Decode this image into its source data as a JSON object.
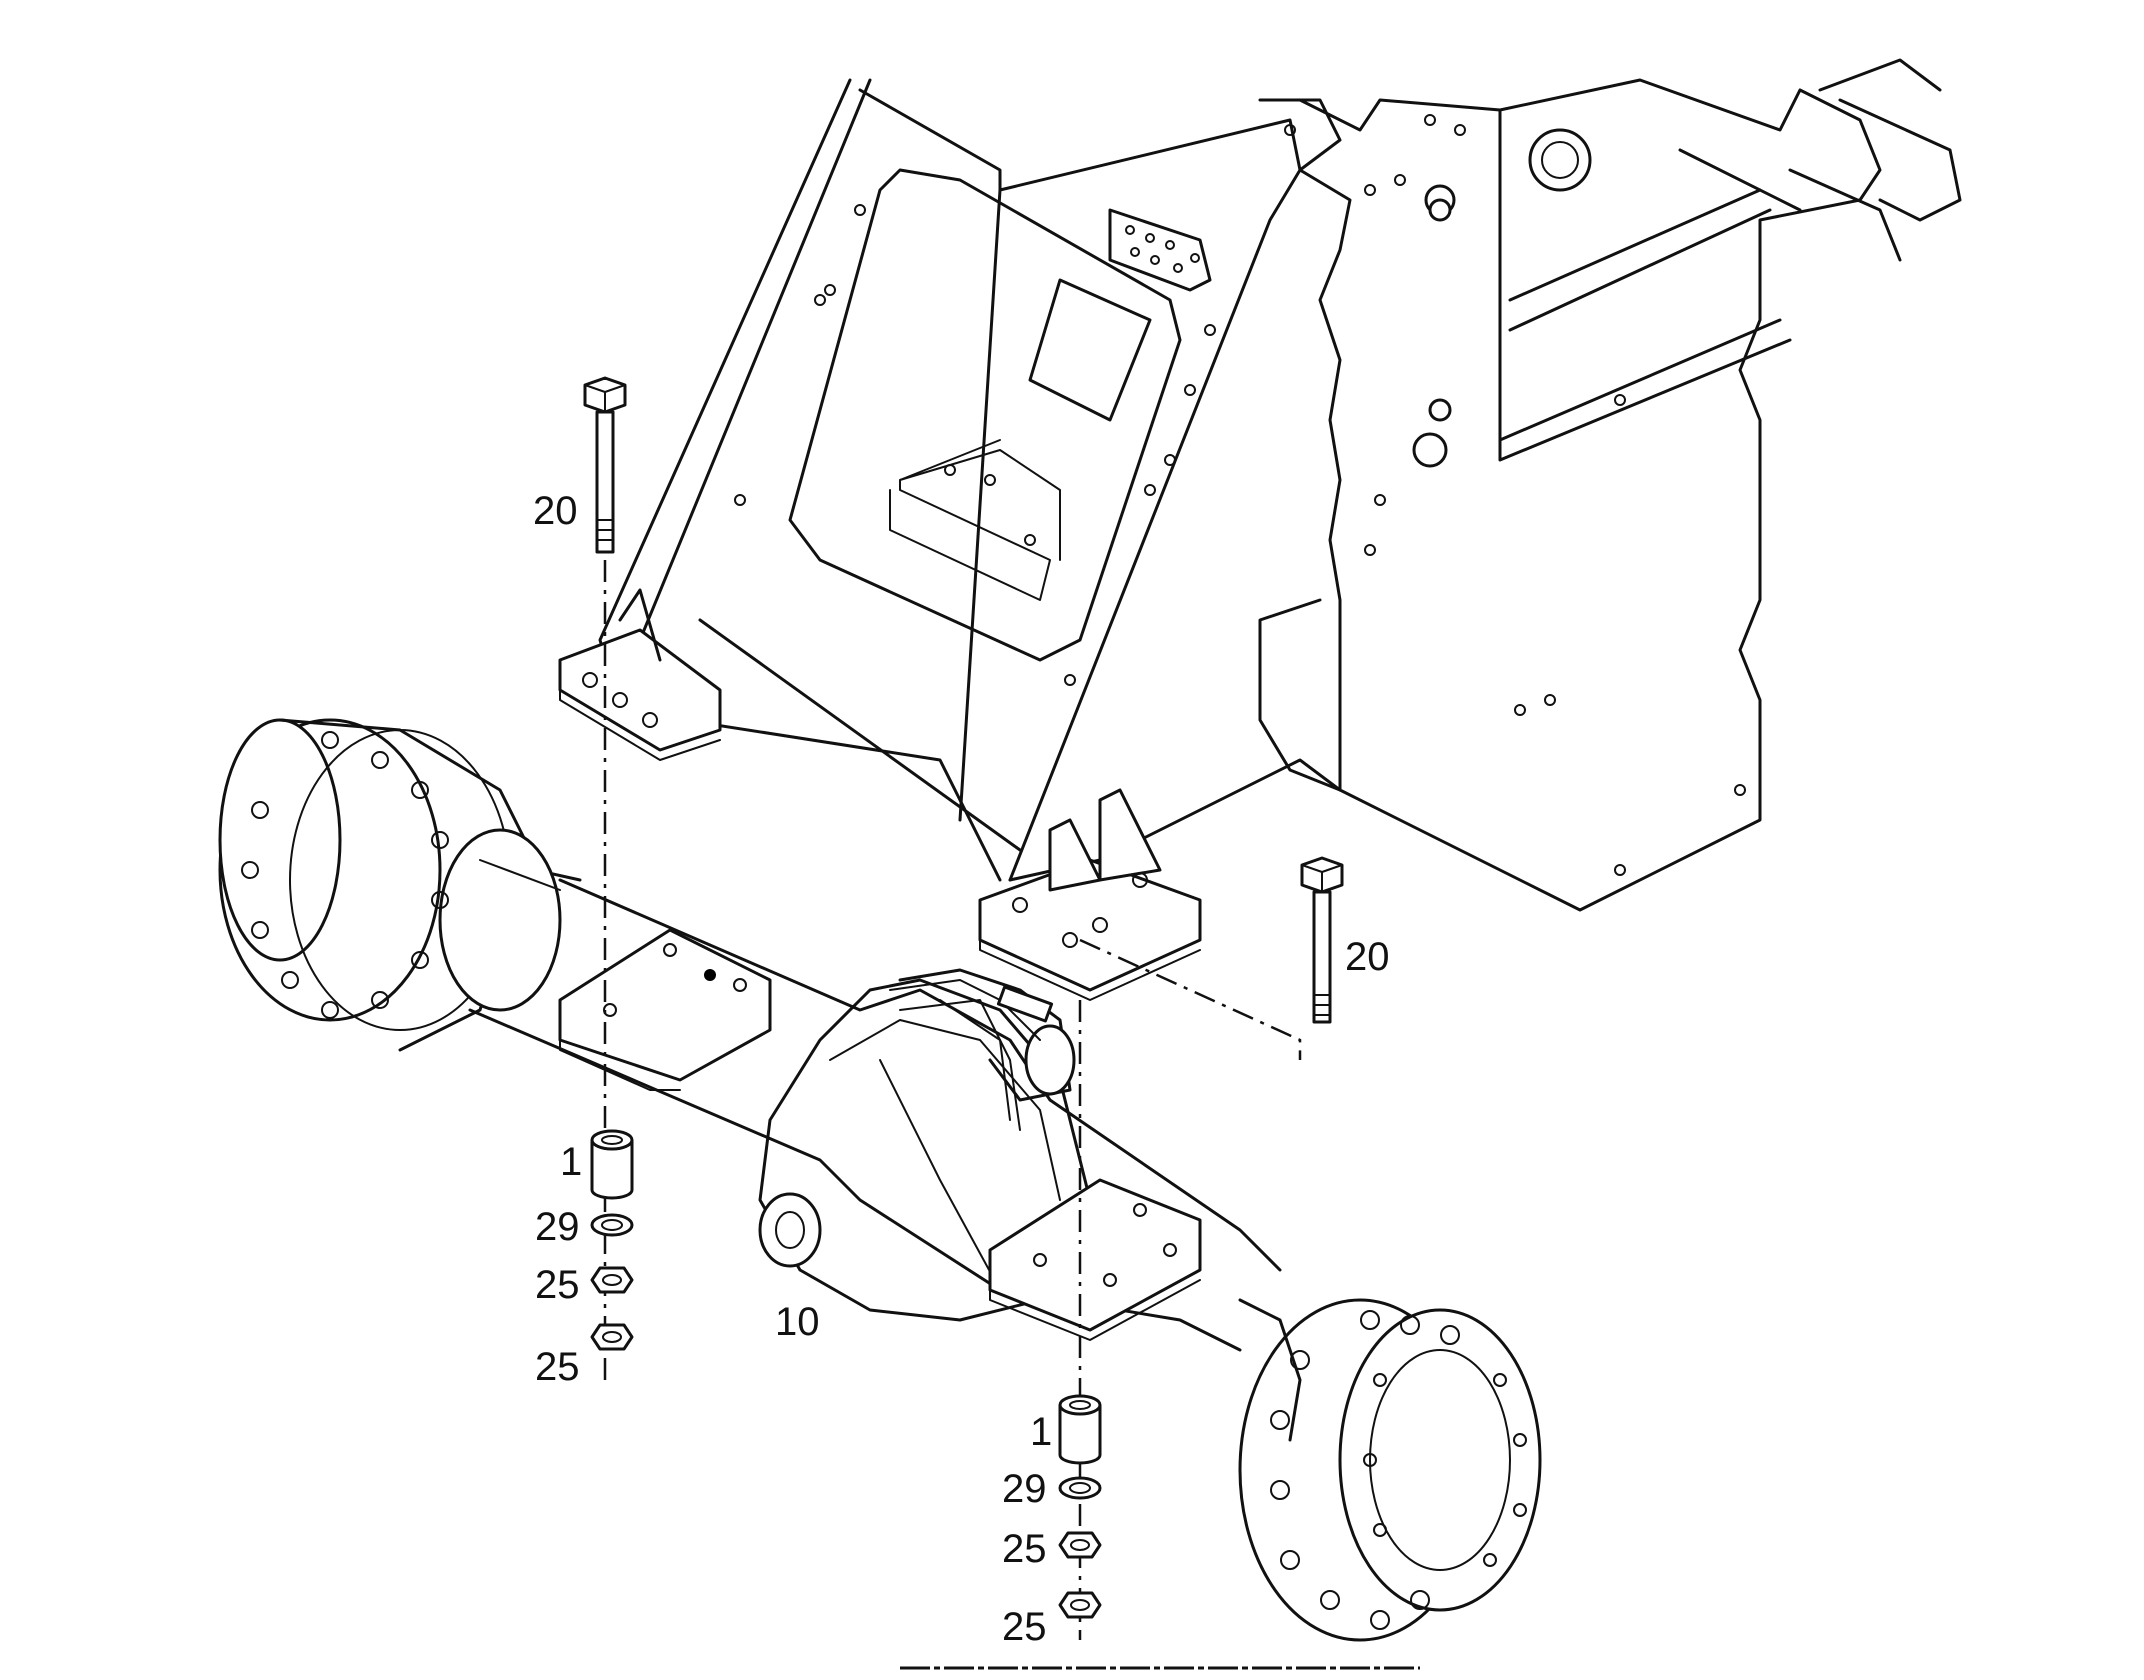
{
  "labels": {
    "bolt_left": "20",
    "bolt_right": "20",
    "axle": "10",
    "left_stack": {
      "sleeve": "1",
      "washer": "29",
      "nut_upper": "25",
      "nut_lower": "25"
    },
    "right_stack": {
      "sleeve": "1",
      "washer": "29",
      "nut_upper": "25",
      "nut_lower": "25"
    }
  }
}
